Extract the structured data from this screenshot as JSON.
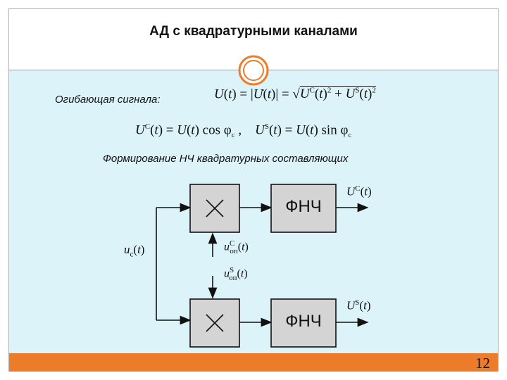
{
  "slide": {
    "title": "АД с квадратурными каналами",
    "page_number": "12"
  },
  "text": {
    "envelope_label": "Огибающая сигнала:",
    "formation_label": "Формирование  НЧ квадратурных составляющих"
  },
  "formulas": {
    "envelope": "U(t) = |U̇(t)| = √(U^C(t)² + U^S(t)²)",
    "components": "U^C(t) = U(t) cos φ_c ,  U^S(t) = U(t) sin φ_c"
  },
  "diagram": {
    "filter_top": "ФНЧ",
    "filter_bottom": "ФНЧ",
    "input_signal": "u_c(t)",
    "ref_cos": "u^C_оп(t)",
    "ref_sin": "u^S_оп(t)",
    "output_top": "U^C(t)",
    "output_bottom": "U^S(t)"
  },
  "colors": {
    "content_bg": "#dcf3f9",
    "accent": "#ec7b2a",
    "block_fill": "#d4d4d4"
  }
}
